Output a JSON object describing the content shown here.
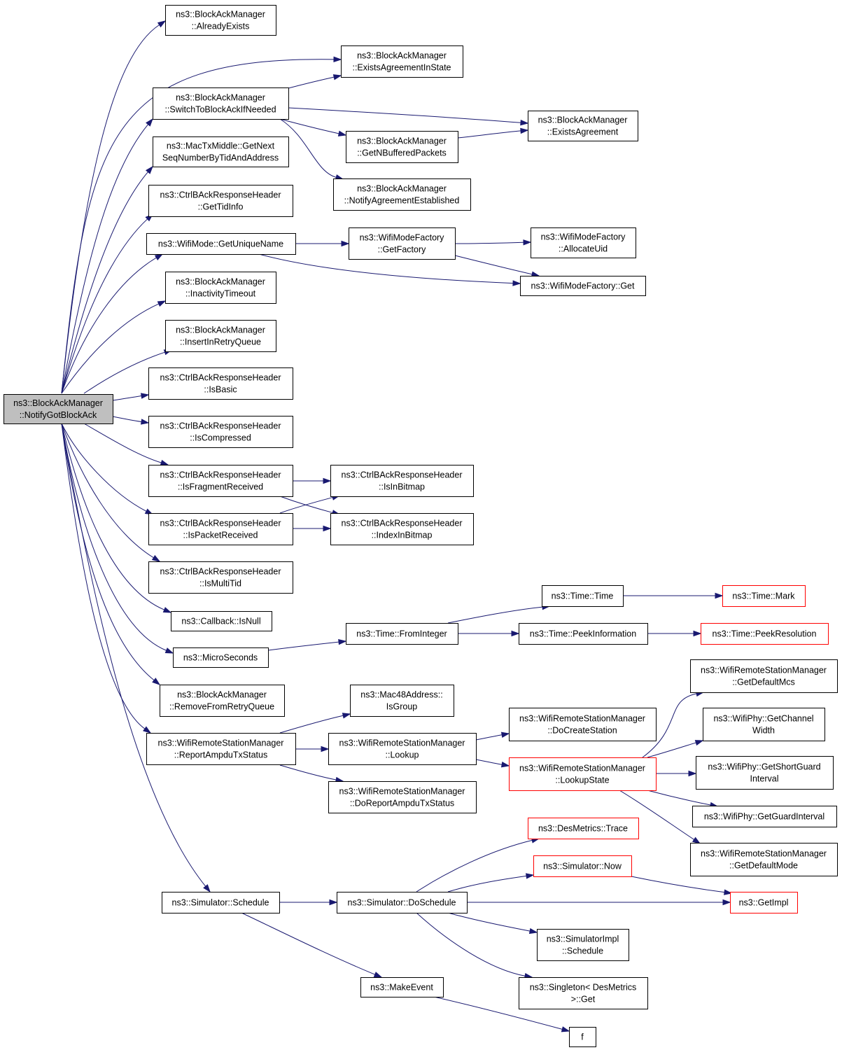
{
  "colors": {
    "edge": "#191970",
    "node_border": "#000000",
    "node_border_truncated": "#ff0000",
    "node_fill": "#ffffff",
    "root_fill": "#bfbfbf"
  },
  "nodes": [
    {
      "id": "root",
      "lines": [
        "ns3::BlockAckManager",
        "::NotifyGotBlockAck"
      ],
      "root": true
    },
    {
      "id": "already_exists",
      "lines": [
        "ns3::BlockAckManager",
        "::AlreadyExists"
      ]
    },
    {
      "id": "exists_agreement_in_state",
      "lines": [
        "ns3::BlockAckManager",
        "::ExistsAgreementInState"
      ]
    },
    {
      "id": "switch_to_block_ack",
      "lines": [
        "ns3::BlockAckManager",
        "::SwitchToBlockAckIfNeeded"
      ]
    },
    {
      "id": "exists_agreement",
      "lines": [
        "ns3::BlockAckManager",
        "::ExistsAgreement"
      ]
    },
    {
      "id": "get_n_buffered",
      "lines": [
        "ns3::BlockAckManager",
        "::GetNBufferedPackets"
      ]
    },
    {
      "id": "get_next_seq",
      "lines": [
        "ns3::MacTxMiddle::GetNext",
        "SeqNumberByTidAndAddress"
      ]
    },
    {
      "id": "notify_agreement",
      "lines": [
        "ns3::BlockAckManager",
        "::NotifyAgreementEstablished"
      ]
    },
    {
      "id": "get_tid_info",
      "lines": [
        "ns3::CtrlBAckResponseHeader",
        "::GetTidInfo"
      ]
    },
    {
      "id": "get_unique_name",
      "lines": [
        "ns3::WifiMode::GetUniqueName"
      ]
    },
    {
      "id": "get_factory",
      "lines": [
        "ns3::WifiModeFactory",
        "::GetFactory"
      ]
    },
    {
      "id": "allocate_uid",
      "lines": [
        "ns3::WifiModeFactory",
        "::AllocateUid"
      ]
    },
    {
      "id": "factory_get",
      "lines": [
        "ns3::WifiModeFactory::Get"
      ]
    },
    {
      "id": "inactivity_timeout",
      "lines": [
        "ns3::BlockAckManager",
        "::InactivityTimeout"
      ]
    },
    {
      "id": "insert_in_retry",
      "lines": [
        "ns3::BlockAckManager",
        "::InsertInRetryQueue"
      ]
    },
    {
      "id": "is_basic",
      "lines": [
        "ns3::CtrlBAckResponseHeader",
        "::IsBasic"
      ]
    },
    {
      "id": "is_compressed",
      "lines": [
        "ns3::CtrlBAckResponseHeader",
        "::IsCompressed"
      ]
    },
    {
      "id": "is_fragment_received",
      "lines": [
        "ns3::CtrlBAckResponseHeader",
        "::IsFragmentReceived"
      ]
    },
    {
      "id": "is_in_bitmap",
      "lines": [
        "ns3::CtrlBAckResponseHeader",
        "::IsInBitmap"
      ]
    },
    {
      "id": "is_packet_received",
      "lines": [
        "ns3::CtrlBAckResponseHeader",
        "::IsPacketReceived"
      ]
    },
    {
      "id": "index_in_bitmap",
      "lines": [
        "ns3::CtrlBAckResponseHeader",
        "::IndexInBitmap"
      ]
    },
    {
      "id": "is_multi_tid",
      "lines": [
        "ns3::CtrlBAckResponseHeader",
        "::IsMultiTid"
      ]
    },
    {
      "id": "time_time",
      "lines": [
        "ns3::Time::Time"
      ]
    },
    {
      "id": "time_mark",
      "lines": [
        "ns3::Time::Mark"
      ],
      "truncated": true
    },
    {
      "id": "callback_is_null",
      "lines": [
        "ns3::Callback::IsNull"
      ]
    },
    {
      "id": "time_from_integer",
      "lines": [
        "ns3::Time::FromInteger"
      ]
    },
    {
      "id": "peek_information",
      "lines": [
        "ns3::Time::PeekInformation"
      ]
    },
    {
      "id": "peek_resolution",
      "lines": [
        "ns3::Time::PeekResolution"
      ],
      "truncated": true
    },
    {
      "id": "micro_seconds",
      "lines": [
        "ns3::MicroSeconds"
      ]
    },
    {
      "id": "get_default_mcs",
      "lines": [
        "ns3::WifiRemoteStationManager",
        "::GetDefaultMcs"
      ]
    },
    {
      "id": "remove_from_retry",
      "lines": [
        "ns3::BlockAckManager",
        "::RemoveFromRetryQueue"
      ]
    },
    {
      "id": "mac48_is_group",
      "lines": [
        "ns3::Mac48Address::",
        "IsGroup"
      ]
    },
    {
      "id": "get_channel_width",
      "lines": [
        "ns3::WifiPhy::GetChannel",
        "Width"
      ]
    },
    {
      "id": "do_create_station",
      "lines": [
        "ns3::WifiRemoteStationManager",
        "::DoCreateStation"
      ]
    },
    {
      "id": "report_ampdu",
      "lines": [
        "ns3::WifiRemoteStationManager",
        "::ReportAmpduTxStatus"
      ]
    },
    {
      "id": "lookup",
      "lines": [
        "ns3::WifiRemoteStationManager",
        "::Lookup"
      ]
    },
    {
      "id": "lookup_state",
      "lines": [
        "ns3::WifiRemoteStationManager",
        "::LookupState"
      ],
      "truncated": true
    },
    {
      "id": "get_short_guard",
      "lines": [
        "ns3::WifiPhy::GetShortGuard",
        "Interval"
      ]
    },
    {
      "id": "do_report_ampdu",
      "lines": [
        "ns3::WifiRemoteStationManager",
        "::DoReportAmpduTxStatus"
      ]
    },
    {
      "id": "get_guard_interval",
      "lines": [
        "ns3::WifiPhy::GetGuardInterval"
      ]
    },
    {
      "id": "des_metrics_trace",
      "lines": [
        "ns3::DesMetrics::Trace"
      ],
      "truncated": true
    },
    {
      "id": "get_default_mode",
      "lines": [
        "ns3::WifiRemoteStationManager",
        "::GetDefaultMode"
      ]
    },
    {
      "id": "simulator_now",
      "lines": [
        "ns3::Simulator::Now"
      ],
      "truncated": true
    },
    {
      "id": "simulator_schedule",
      "lines": [
        "ns3::Simulator::Schedule"
      ]
    },
    {
      "id": "simulator_do_schedule",
      "lines": [
        "ns3::Simulator::DoSchedule"
      ]
    },
    {
      "id": "get_impl",
      "lines": [
        "ns3::GetImpl"
      ],
      "truncated": true
    },
    {
      "id": "simulator_impl_schedule",
      "lines": [
        "ns3::SimulatorImpl",
        "::Schedule"
      ]
    },
    {
      "id": "singleton_get",
      "lines": [
        "ns3::Singleton< DesMetrics",
        ">::Get"
      ]
    },
    {
      "id": "make_event",
      "lines": [
        "ns3::MakeEvent"
      ]
    },
    {
      "id": "f",
      "lines": [
        "f"
      ]
    }
  ],
  "edges": [
    {
      "from": "root",
      "to": "already_exists"
    },
    {
      "from": "root",
      "to": "exists_agreement_in_state"
    },
    {
      "from": "root",
      "to": "switch_to_block_ack"
    },
    {
      "from": "root",
      "to": "get_next_seq"
    },
    {
      "from": "root",
      "to": "get_tid_info"
    },
    {
      "from": "root",
      "to": "get_unique_name"
    },
    {
      "from": "root",
      "to": "inactivity_timeout"
    },
    {
      "from": "root",
      "to": "insert_in_retry"
    },
    {
      "from": "root",
      "to": "is_basic"
    },
    {
      "from": "root",
      "to": "is_compressed"
    },
    {
      "from": "root",
      "to": "is_fragment_received"
    },
    {
      "from": "root",
      "to": "is_packet_received"
    },
    {
      "from": "root",
      "to": "is_multi_tid"
    },
    {
      "from": "root",
      "to": "callback_is_null"
    },
    {
      "from": "root",
      "to": "micro_seconds"
    },
    {
      "from": "root",
      "to": "remove_from_retry"
    },
    {
      "from": "root",
      "to": "report_ampdu"
    },
    {
      "from": "root",
      "to": "simulator_schedule"
    },
    {
      "from": "switch_to_block_ack",
      "to": "exists_agreement_in_state"
    },
    {
      "from": "switch_to_block_ack",
      "to": "exists_agreement"
    },
    {
      "from": "switch_to_block_ack",
      "to": "get_n_buffered"
    },
    {
      "from": "switch_to_block_ack",
      "to": "notify_agreement"
    },
    {
      "from": "get_n_buffered",
      "to": "exists_agreement"
    },
    {
      "from": "get_unique_name",
      "to": "get_factory"
    },
    {
      "from": "get_unique_name",
      "to": "factory_get"
    },
    {
      "from": "get_factory",
      "to": "allocate_uid"
    },
    {
      "from": "get_factory",
      "to": "factory_get"
    },
    {
      "from": "is_fragment_received",
      "to": "is_in_bitmap"
    },
    {
      "from": "is_fragment_received",
      "to": "index_in_bitmap"
    },
    {
      "from": "is_packet_received",
      "to": "is_in_bitmap"
    },
    {
      "from": "is_packet_received",
      "to": "index_in_bitmap"
    },
    {
      "from": "micro_seconds",
      "to": "time_from_integer"
    },
    {
      "from": "time_from_integer",
      "to": "time_time"
    },
    {
      "from": "time_from_integer",
      "to": "peek_information"
    },
    {
      "from": "time_time",
      "to": "time_mark"
    },
    {
      "from": "peek_information",
      "to": "peek_resolution"
    },
    {
      "from": "report_ampdu",
      "to": "mac48_is_group"
    },
    {
      "from": "report_ampdu",
      "to": "lookup"
    },
    {
      "from": "report_ampdu",
      "to": "do_report_ampdu"
    },
    {
      "from": "lookup",
      "to": "do_create_station"
    },
    {
      "from": "lookup",
      "to": "lookup_state"
    },
    {
      "from": "lookup_state",
      "to": "get_default_mcs"
    },
    {
      "from": "lookup_state",
      "to": "get_channel_width"
    },
    {
      "from": "lookup_state",
      "to": "get_short_guard"
    },
    {
      "from": "lookup_state",
      "to": "get_guard_interval"
    },
    {
      "from": "lookup_state",
      "to": "get_default_mode"
    },
    {
      "from": "simulator_schedule",
      "to": "simulator_do_schedule"
    },
    {
      "from": "simulator_schedule",
      "to": "make_event"
    },
    {
      "from": "simulator_do_schedule",
      "to": "des_metrics_trace"
    },
    {
      "from": "simulator_do_schedule",
      "to": "simulator_now"
    },
    {
      "from": "simulator_do_schedule",
      "to": "get_impl"
    },
    {
      "from": "simulator_do_schedule",
      "to": "simulator_impl_schedule"
    },
    {
      "from": "simulator_do_schedule",
      "to": "singleton_get"
    },
    {
      "from": "simulator_now",
      "to": "get_impl"
    },
    {
      "from": "make_event",
      "to": "f"
    }
  ]
}
